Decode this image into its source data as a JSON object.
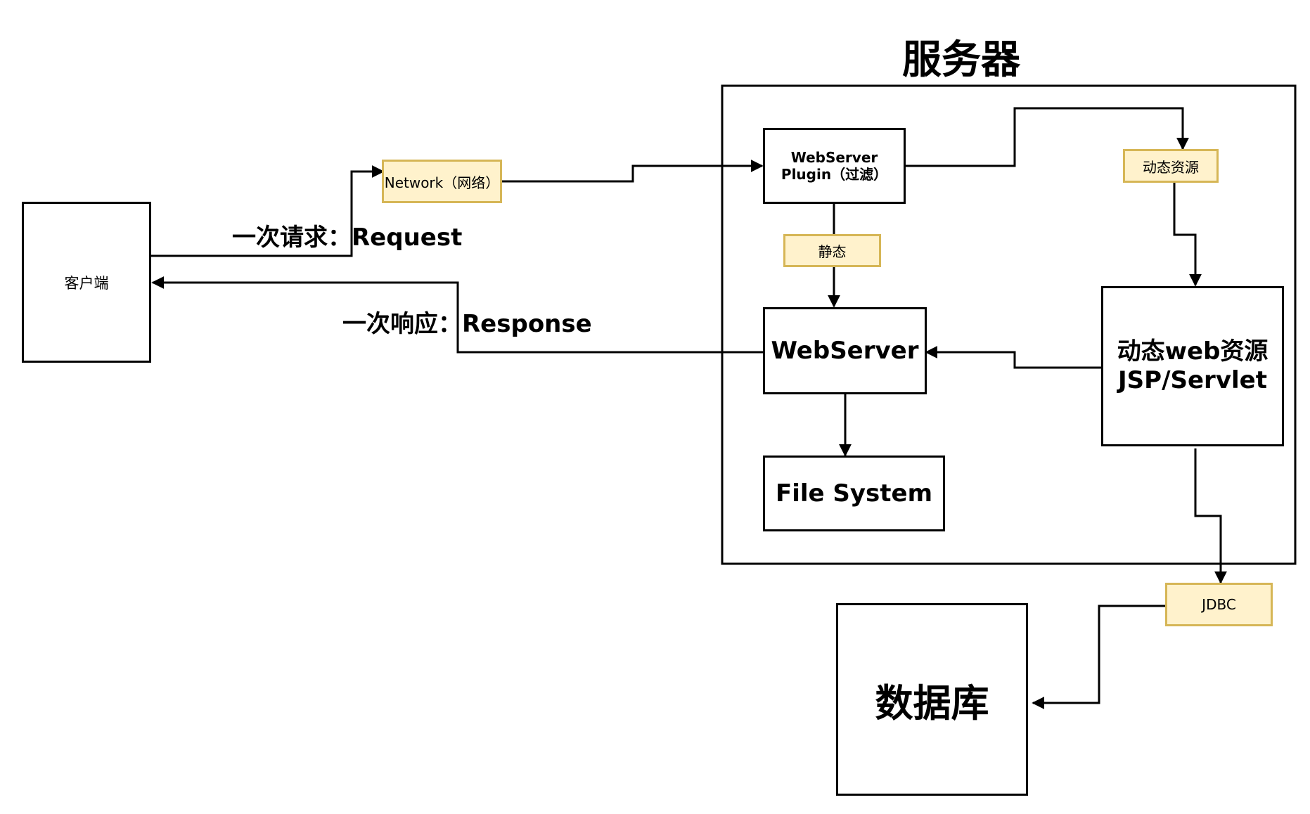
{
  "title": "服务器",
  "client": {
    "label": "客户端"
  },
  "request_label": "一次请求：Request",
  "response_label": "一次响应：Response",
  "network_tag": "Network（网络）",
  "plugin": {
    "line1": "WebServer",
    "line2": "Plugin（过滤）"
  },
  "static_tag": "静态",
  "dynamic_tag": "动态资源",
  "webserver": {
    "label": "WebServer"
  },
  "filesystem": {
    "label": "File System"
  },
  "dynamic_web": {
    "line1": "动态web资源",
    "line2": "JSP/Servlet"
  },
  "jdbc_tag": "JDBC",
  "database": {
    "label": "数据库"
  }
}
